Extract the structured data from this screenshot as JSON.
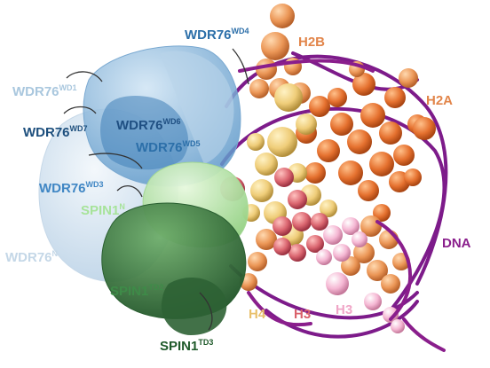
{
  "labels": {
    "wdr76_wd4": {
      "base": "WDR76",
      "sup": "WD4",
      "color": "#2c6fa9"
    },
    "h2b": {
      "base": "H2B",
      "sup": "",
      "color": "#e2854a"
    },
    "wdr76_wd1": {
      "base": "WDR76",
      "sup": "WD1",
      "color": "#a9c7de"
    },
    "h2a": {
      "base": "H2A",
      "sup": "",
      "color": "#e2854a"
    },
    "wdr76_wd7": {
      "base": "WDR76",
      "sup": "WD7",
      "color": "#1d4f7d"
    },
    "wdr76_wd6": {
      "base": "WDR76",
      "sup": "WD6",
      "color": "#1f4f82"
    },
    "wdr76_wd5": {
      "base": "WDR76",
      "sup": "WD5",
      "color": "#2c6fa9"
    },
    "wdr76_wd3": {
      "base": "WDR76",
      "sup": "WD3",
      "color": "#3f86c4"
    },
    "spin1_n": {
      "base": "SPIN1",
      "sup": "N",
      "color": "#a7e39a"
    },
    "dna": {
      "base": "DNA",
      "sup": "",
      "color": "#8a1e8c"
    },
    "wdr76_n": {
      "base": "WDR76",
      "sup": "N",
      "color": "#c4d7e7"
    },
    "spin1_td2": {
      "base": "SPIN1",
      "sup": "TD2",
      "color": "#3e8b48"
    },
    "h4": {
      "base": "H4",
      "sup": "",
      "color": "#e9c06b"
    },
    "h3_a": {
      "base": "H3",
      "sup": "",
      "color": "#d9606a"
    },
    "h3_b": {
      "base": "H3",
      "sup": "",
      "color": "#f0a6c7"
    },
    "spin1_td3": {
      "base": "SPIN1",
      "sup": "TD3",
      "color": "#1f5a2a"
    }
  },
  "colors": {
    "wdr76_light": "#cfe0ee",
    "wdr76_mid": "#9ec3e2",
    "wdr76_dark": "#3f7fb8",
    "spin1_light": "#bdeaae",
    "spin1_dark": "#2f6a37",
    "h2a": "#e0692d",
    "h2b": "#e98a4c",
    "h3": "#d9606a",
    "h3_variant": "#f4b3d1",
    "h4": "#efcf7a",
    "dna": "#7d1b8a"
  }
}
